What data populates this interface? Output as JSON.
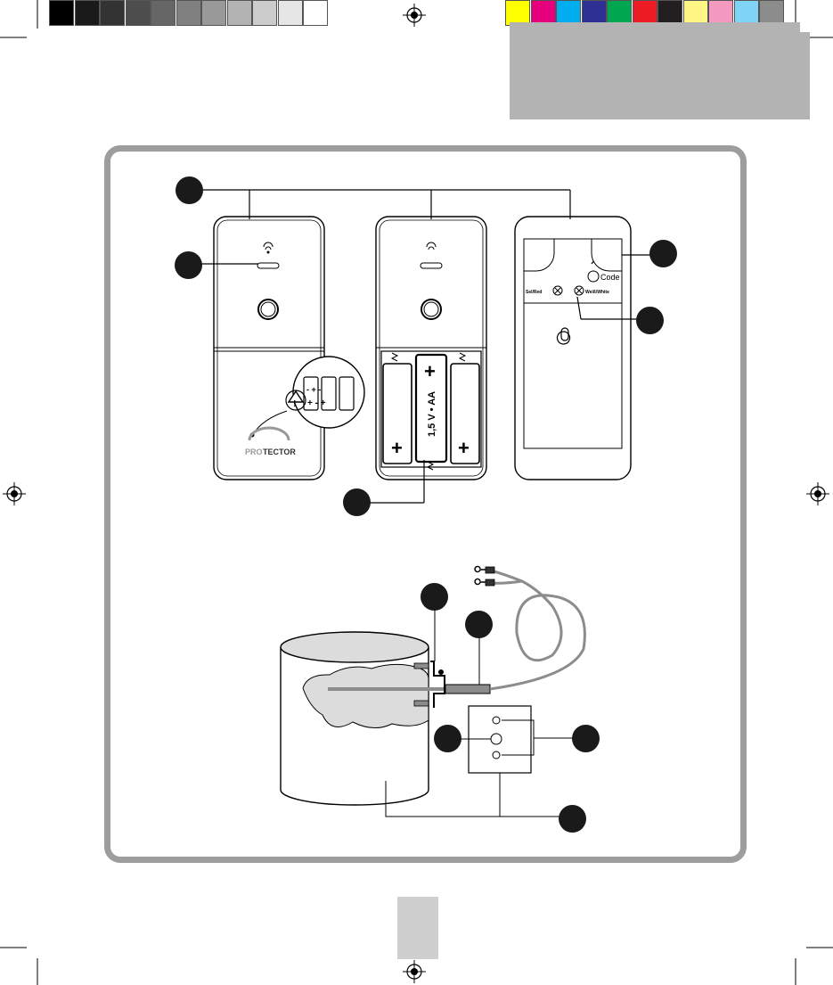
{
  "color_bar": {
    "grays": [
      "#000000",
      "#1a1a1a",
      "#333333",
      "#4d4d4d",
      "#666666",
      "#808080",
      "#999999",
      "#b3b3b3",
      "#cccccc",
      "#e6e6e6",
      "#ffffff"
    ],
    "colors": [
      "#ffff00",
      "#e6007e",
      "#00aeef",
      "#2e3192",
      "#00a650",
      "#ed1c24",
      "#231f20",
      "#fff685",
      "#f49ac1",
      "#7fd3f4",
      "#8c8c8c"
    ]
  },
  "device": {
    "brand_prefix": "PRO",
    "brand_suffix": "TECTOR",
    "battery_label": "1,5 V • AA",
    "code_label": "Code",
    "red_label": "Sel/Red",
    "white_label": "Weiß/White"
  }
}
